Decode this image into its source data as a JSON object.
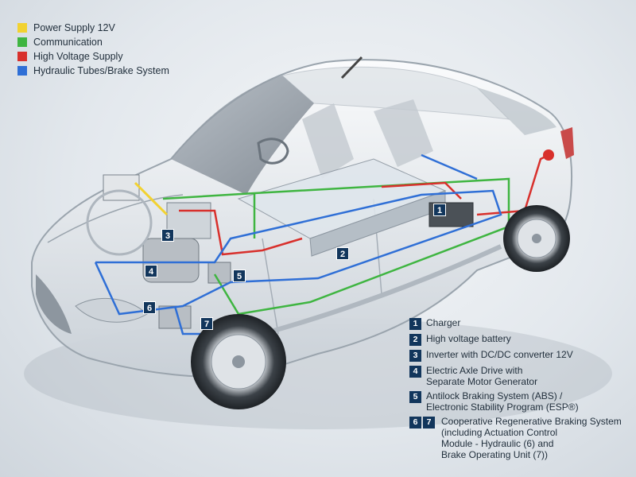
{
  "legend": {
    "items": [
      {
        "label": "Power Supply 12V",
        "color": "#f2d230"
      },
      {
        "label": "Communication",
        "color": "#3fb541"
      },
      {
        "label": "High Voltage Supply",
        "color": "#d8302c"
      },
      {
        "label": "Hydraulic Tubes/Brake System",
        "color": "#2f6fd6"
      }
    ]
  },
  "badges": [
    "1",
    "2",
    "3",
    "4",
    "5",
    "6",
    "7"
  ],
  "key": {
    "items": [
      {
        "nums": [
          "1"
        ],
        "lines": [
          "Charger"
        ]
      },
      {
        "nums": [
          "2"
        ],
        "lines": [
          "High voltage battery"
        ]
      },
      {
        "nums": [
          "3"
        ],
        "lines": [
          "Inverter with DC/DC converter 12V"
        ]
      },
      {
        "nums": [
          "4"
        ],
        "lines": [
          "Electric Axle Drive with",
          "Separate Motor Generator"
        ]
      },
      {
        "nums": [
          "5"
        ],
        "lines": [
          "Antilock Braking System (ABS) /",
          "Electronic Stability Program (ESP®)"
        ]
      },
      {
        "nums": [
          "6",
          "7"
        ],
        "lines": [
          "Cooperative Regenerative Braking System",
          "(including Actuation Control",
          "Module - Hydraulic (6) and",
          "Brake Operating Unit (7))"
        ]
      }
    ]
  }
}
